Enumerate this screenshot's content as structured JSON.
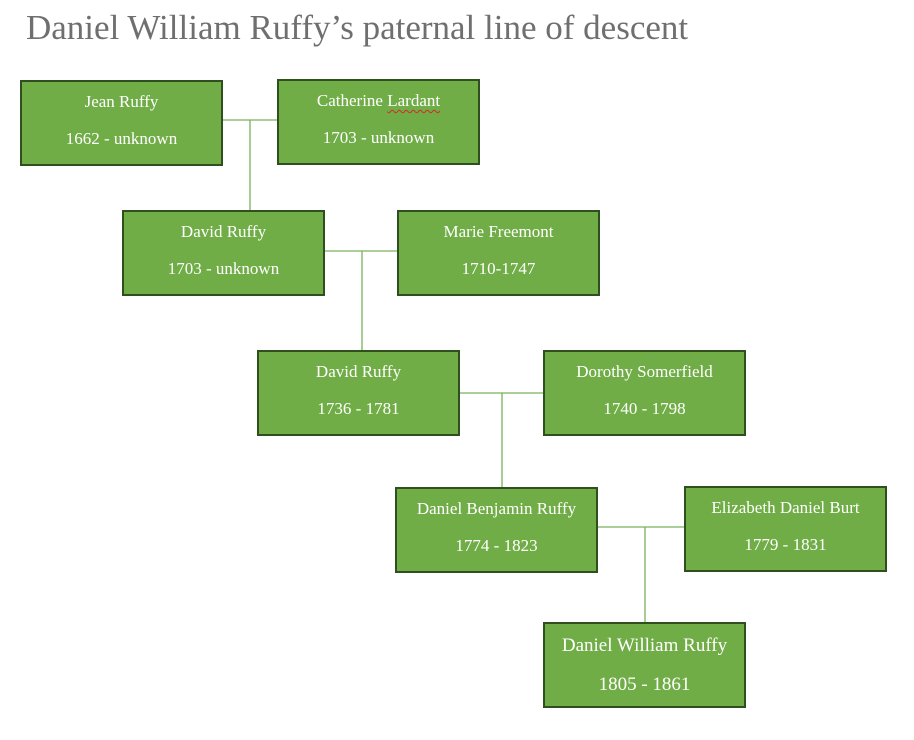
{
  "title": "Daniel William Ruffy’s paternal line of descent",
  "people": {
    "jean": {
      "name": "Jean Ruffy",
      "years": "1662 - unknown"
    },
    "catherine": {
      "name_first": "Catherine ",
      "name_last": "Lardant",
      "years": "1703 - unknown"
    },
    "david1": {
      "name": "David Ruffy",
      "years": "1703 - unknown"
    },
    "marie": {
      "name": "Marie Freemont",
      "years": "1710-1747"
    },
    "david2": {
      "name": "David Ruffy",
      "years": "1736 - 1781"
    },
    "dorothy": {
      "name": "Dorothy Somerfield",
      "years": "1740 - 1798"
    },
    "daniel_benjamin": {
      "name": "Daniel Benjamin Ruffy",
      "years": "1774 - 1823"
    },
    "elizabeth": {
      "name": "Elizabeth Daniel Burt",
      "years": "1779 - 1831"
    },
    "daniel_william": {
      "name": "Daniel William Ruffy",
      "years": "1805 - 1861"
    }
  },
  "colors": {
    "box_fill": "#70ad47",
    "box_border": "#2f4f1e",
    "connector": "#7ab05a",
    "title_text": "#6f6f6f"
  }
}
